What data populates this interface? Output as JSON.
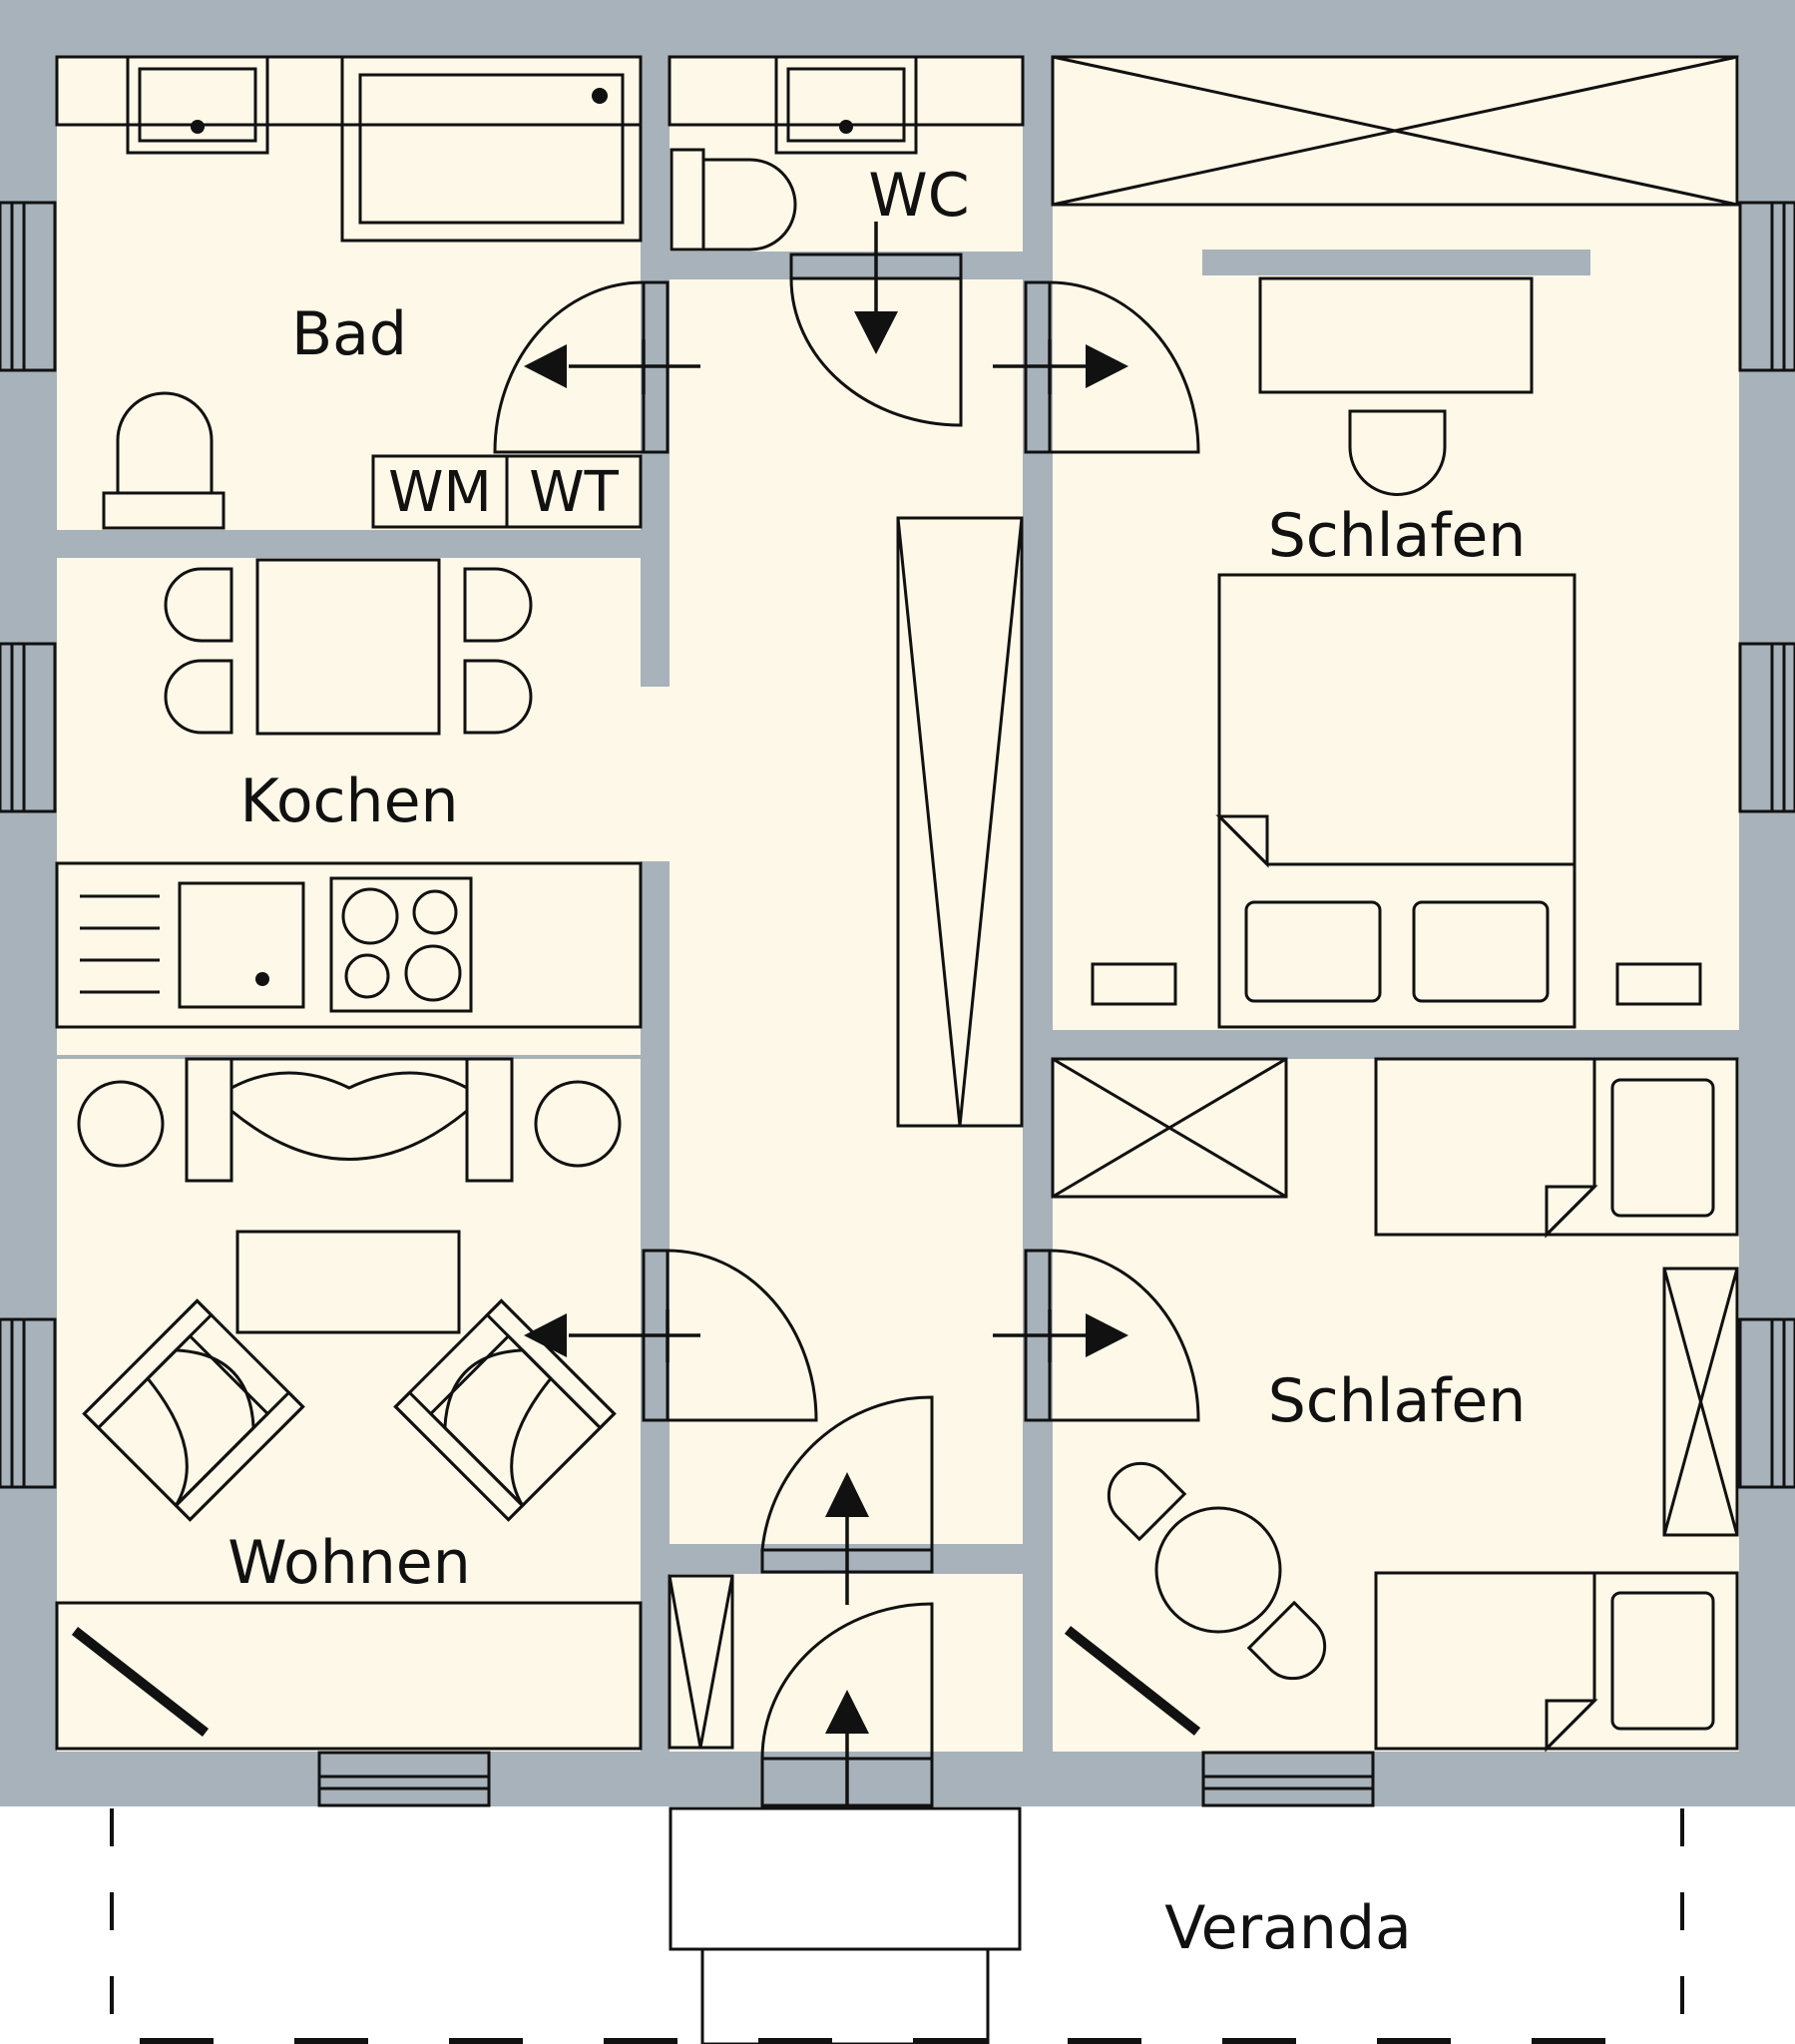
{
  "rooms": {
    "bad": "Bad",
    "wc": "WC",
    "kochen": "Kochen",
    "wohnen": "Wohnen",
    "schlafen_1": "Schlafen",
    "schlafen_2": "Schlafen",
    "veranda": "Veranda"
  },
  "appliances": {
    "washing_machine": "WM",
    "dryer": "WT"
  },
  "colors": {
    "wall": "#a8b2ba",
    "floor": "#fdf8e7",
    "furniture": "#dac7ac",
    "furniture_light": "#efe3d5",
    "line": "#111111"
  }
}
